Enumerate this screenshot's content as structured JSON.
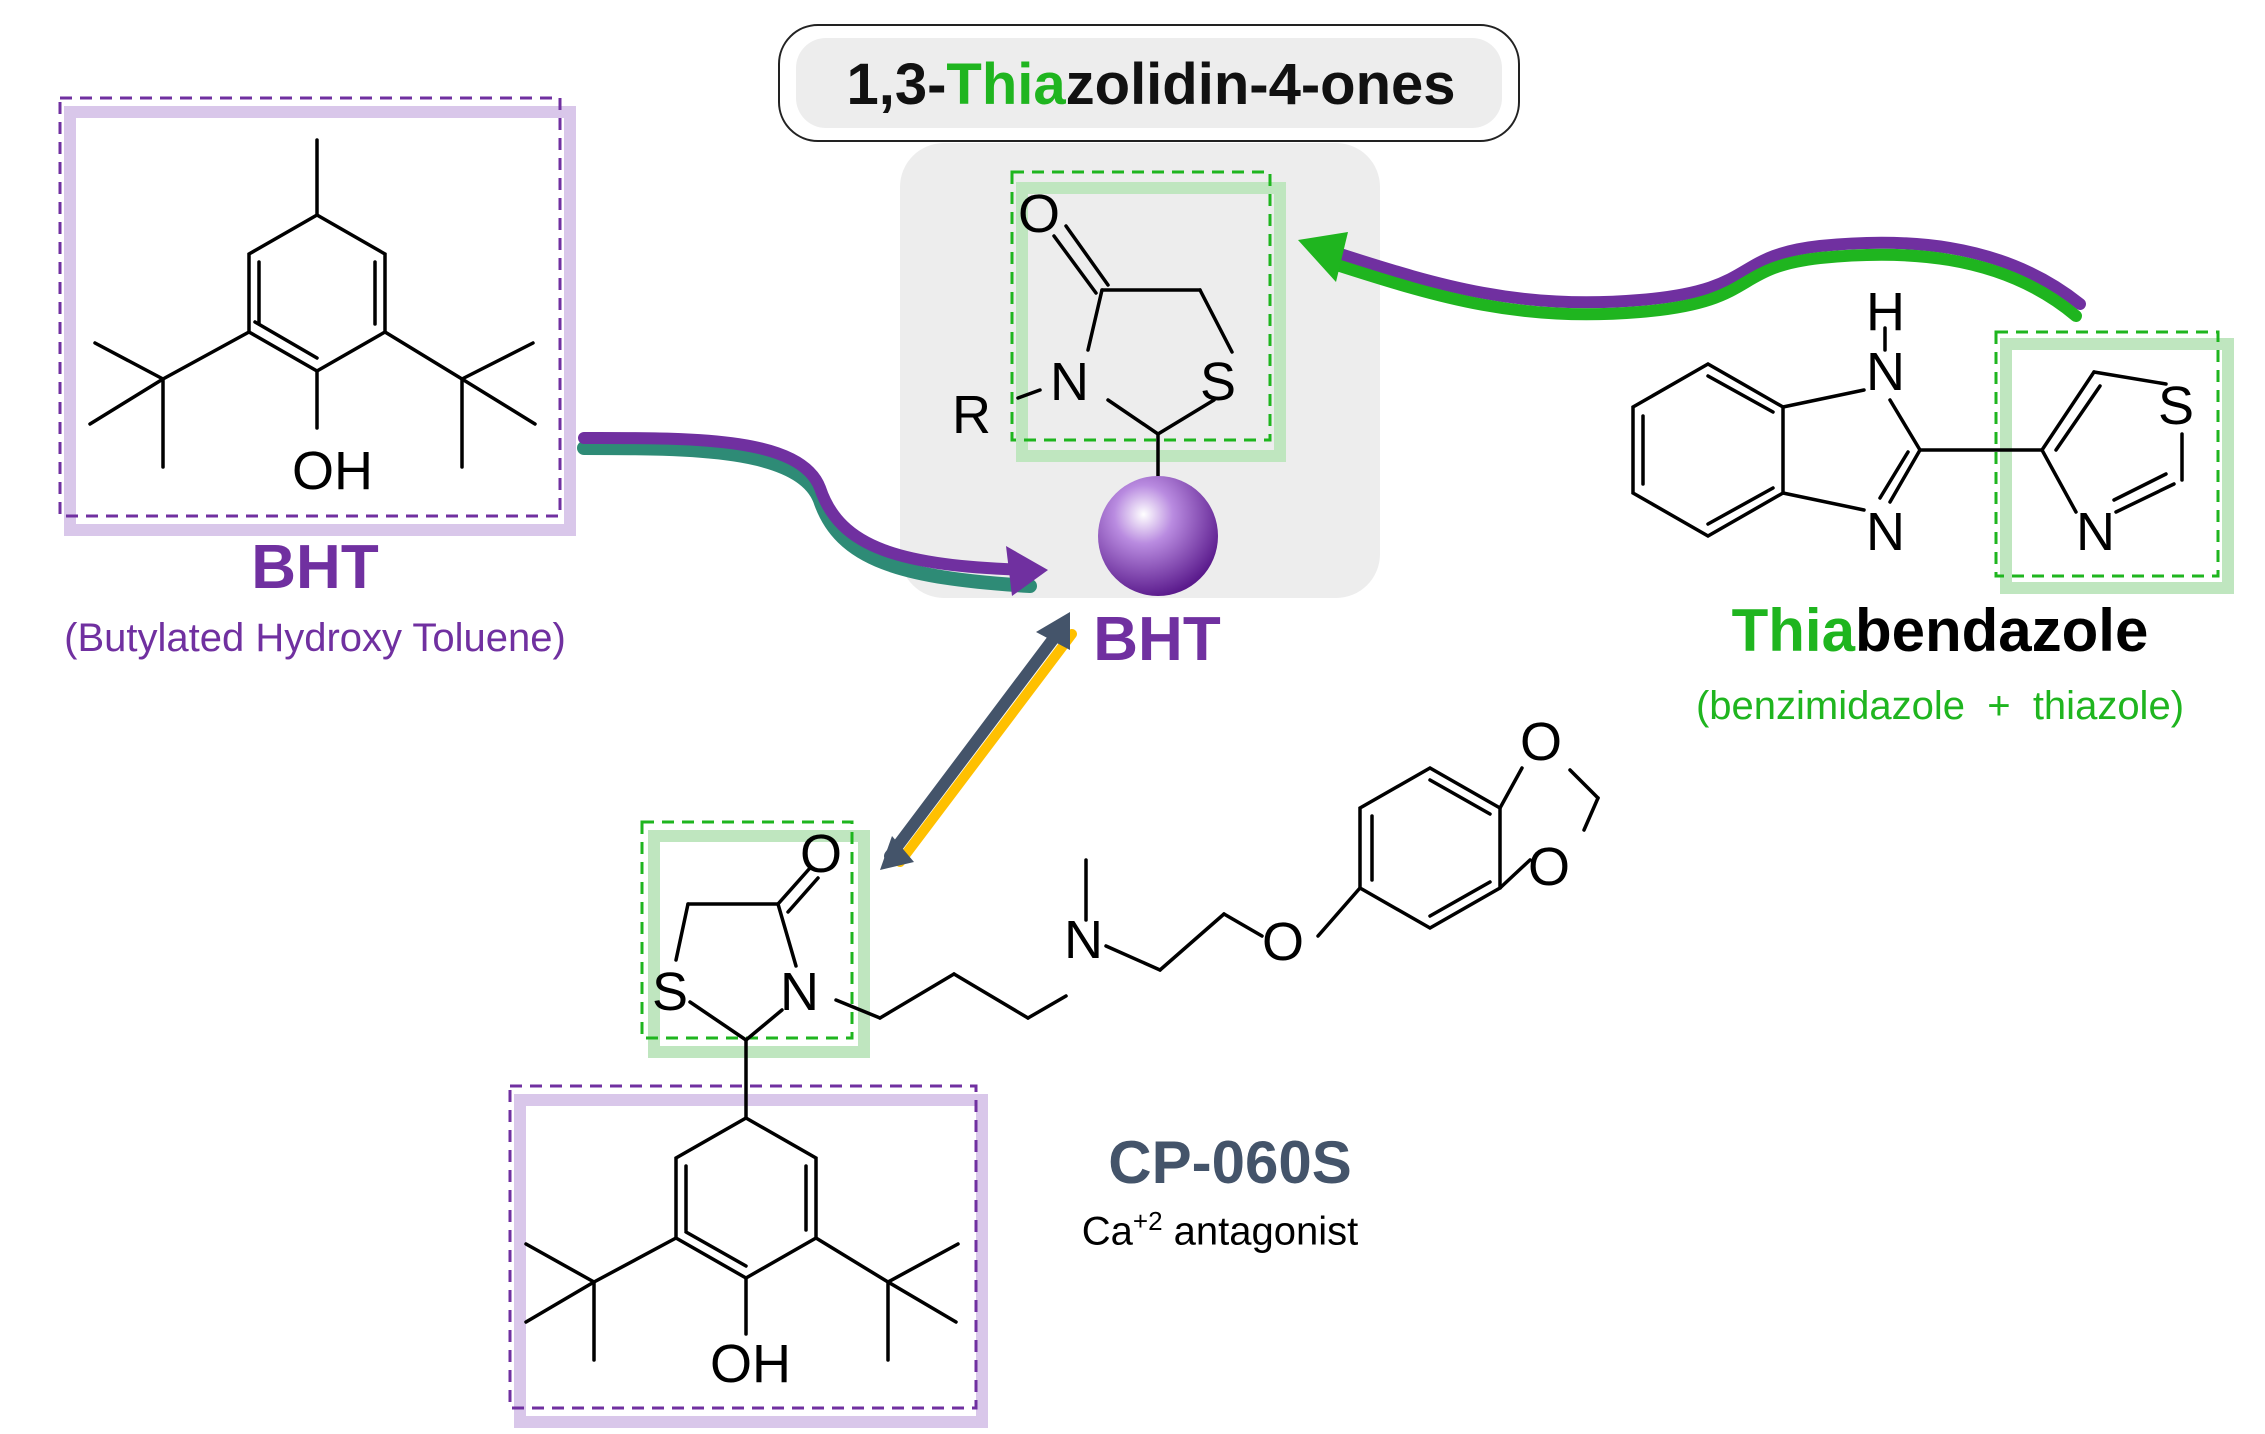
{
  "title": {
    "prefix": "1,3-",
    "highlight": "Thia",
    "suffix": "zolidin-4-ones"
  },
  "bht_left": {
    "name": "BHT",
    "fullname": "(Butylated Hydroxy Toluene)",
    "oh": "OH"
  },
  "scaffold": {
    "o": "O",
    "n": "N",
    "s": "S",
    "r": "R",
    "label": "BHT"
  },
  "thiabendazole": {
    "highlight": "Thia",
    "rest": "bendazole",
    "desc": "(benzimidazole  +  thiazole)",
    "h": "H",
    "n1": "N",
    "n2": "N",
    "n3": "N",
    "s": "S"
  },
  "cp060s": {
    "name": "CP-060S",
    "desc_prefix": "Ca",
    "desc_sup": "+2",
    "desc_suffix": " antagonist",
    "o": "O",
    "s": "S",
    "n": "N",
    "n_amine": "N",
    "o_ether": "O",
    "o1": "O",
    "o2": "O",
    "oh": "OH"
  },
  "colors": {
    "purple": "#7030a0",
    "green": "#1fb51f",
    "slate": "#44546a",
    "gold": "#ffc000",
    "teal": "#2e8b76",
    "light_green": "#bfe6bf",
    "light_purple": "#d9c7ea"
  }
}
